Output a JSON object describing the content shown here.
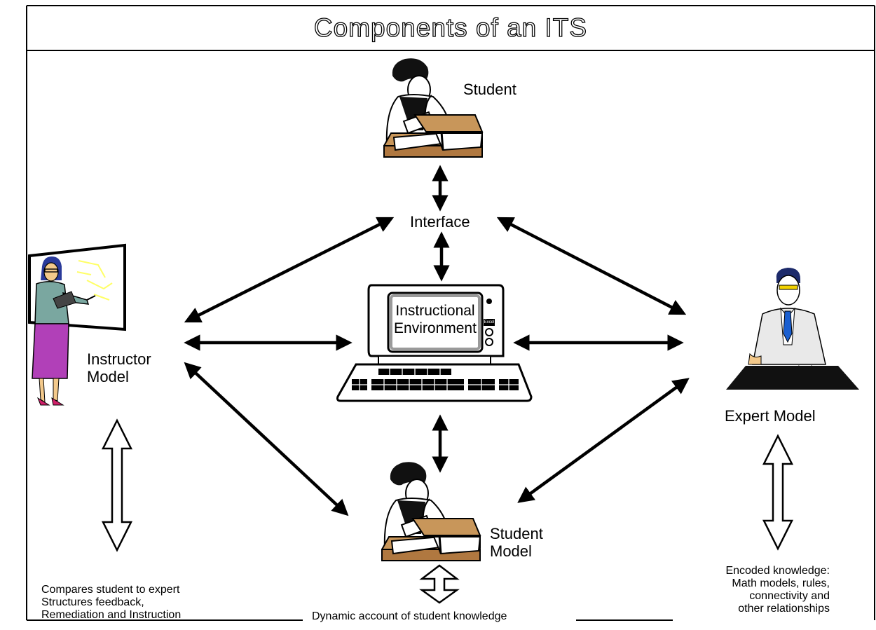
{
  "title": "Components of an ITS",
  "nodes": {
    "student": "Student",
    "interface": "Interface",
    "instructional_environment": [
      "Instructional",
      "Environment"
    ],
    "computer_badge": "Excel",
    "instructor_model": [
      "Instructor",
      "Model"
    ],
    "expert_model": "Expert Model",
    "student_model": [
      "Student",
      "Model"
    ]
  },
  "notes": {
    "instructor": [
      "Compares student to expert",
      "Structures feedback,",
      "Remediation and Instruction"
    ],
    "student_model": "Dynamic account of student knowledge",
    "expert": [
      "Encoded knowledge:",
      "Math models, rules,",
      "connectivity and",
      "other relationships"
    ]
  },
  "colors": {
    "desk": "#c8965a",
    "teacher_jacket": "#7aa7a0",
    "teacher_skirt": "#b140b8",
    "teacher_hair": "#2a3a9a",
    "board_lines": "#ffff66",
    "expert_tie": "#1a5fd0",
    "expert_skin": "#f3c98b",
    "expert_glasses": "#f2d200"
  },
  "icons": [
    "student-figure-icon",
    "student-model-figure-icon",
    "teacher-figure-icon",
    "expert-figure-icon",
    "computer-icon"
  ]
}
